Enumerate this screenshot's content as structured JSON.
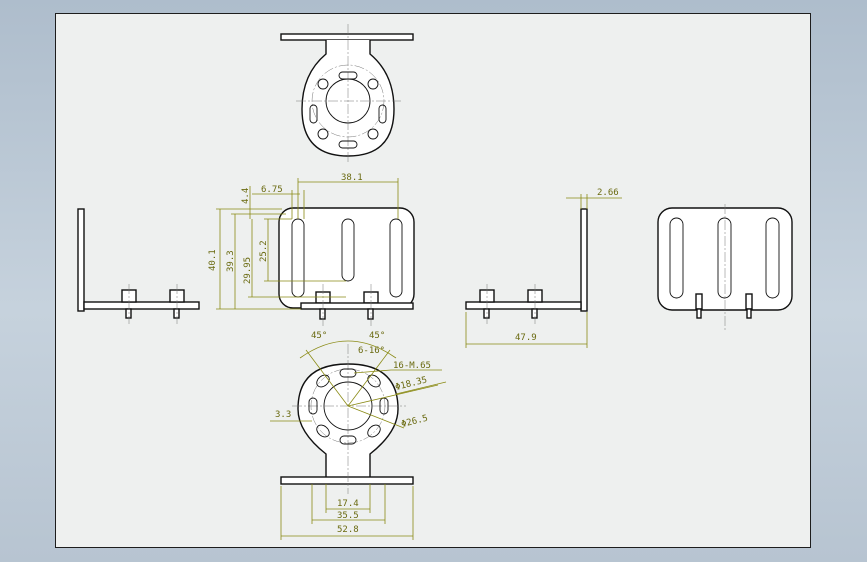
{
  "dimensions": {
    "front_width": "38.1",
    "slot_offset": "6.75",
    "top_thickness": "4.4",
    "overall_height": "40.1",
    "height_39": "39.3",
    "height_29": "29.95",
    "slot_height": "25.2",
    "sheet_thickness": "2.66",
    "side_depth": "47.9",
    "angle_left": "45°",
    "angle_right": "45°",
    "slot_spec": "6-16°",
    "hole_callout": "16-M.65",
    "inner_dia": "Φ18.35",
    "outer_dia": "Φ26.5",
    "offset_small": "3.3",
    "bottom_17": "17.4",
    "bottom_35": "35.5",
    "bottom_52": "52.8"
  }
}
